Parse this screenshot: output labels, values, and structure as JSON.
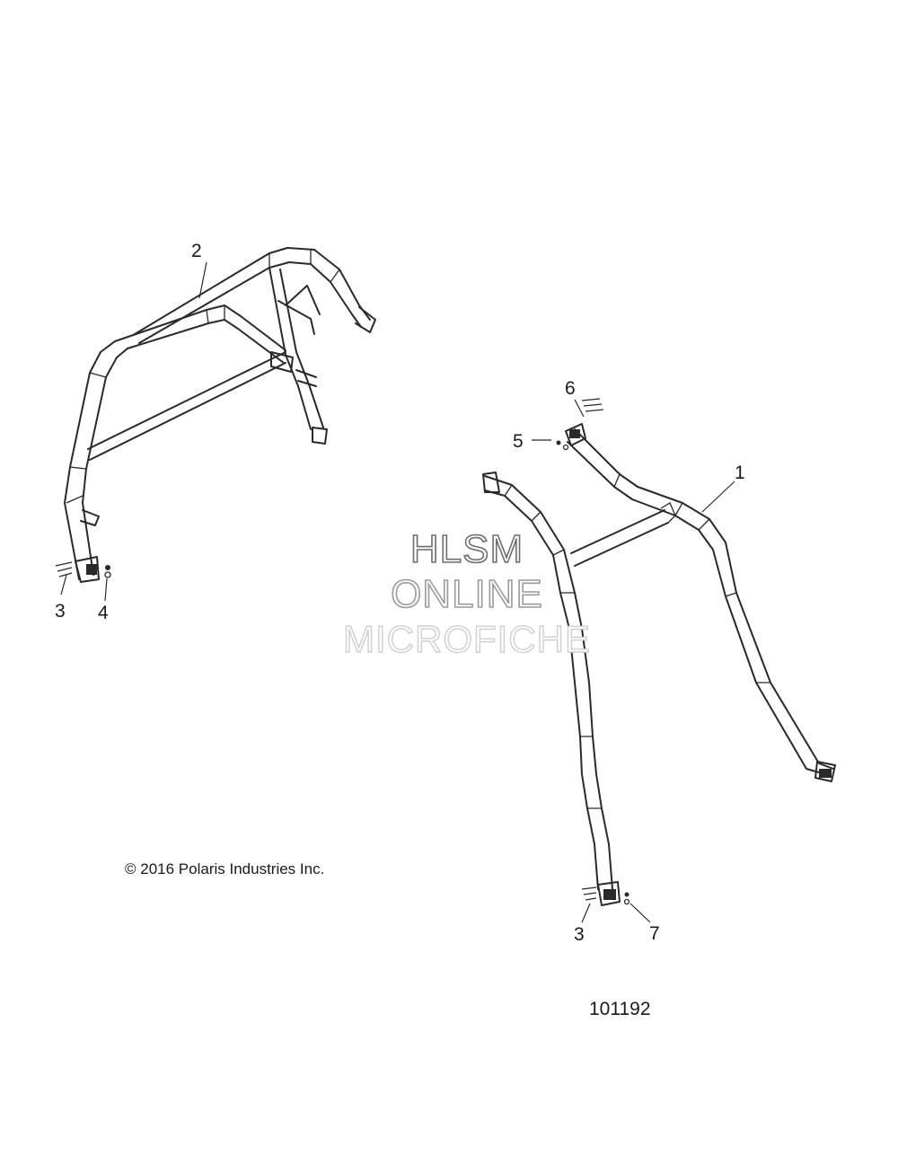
{
  "callouts": {
    "c1": "1",
    "c2": "2",
    "c3a": "3",
    "c4": "4",
    "c5": "5",
    "c6": "6",
    "c3b": "3",
    "c7": "7"
  },
  "copyright": "© 2016 Polaris Industries Inc.",
  "reference_number": "101192",
  "watermark": {
    "line1": "HLSM",
    "line2": "ONLINE",
    "line3": "MICROFICHE"
  }
}
